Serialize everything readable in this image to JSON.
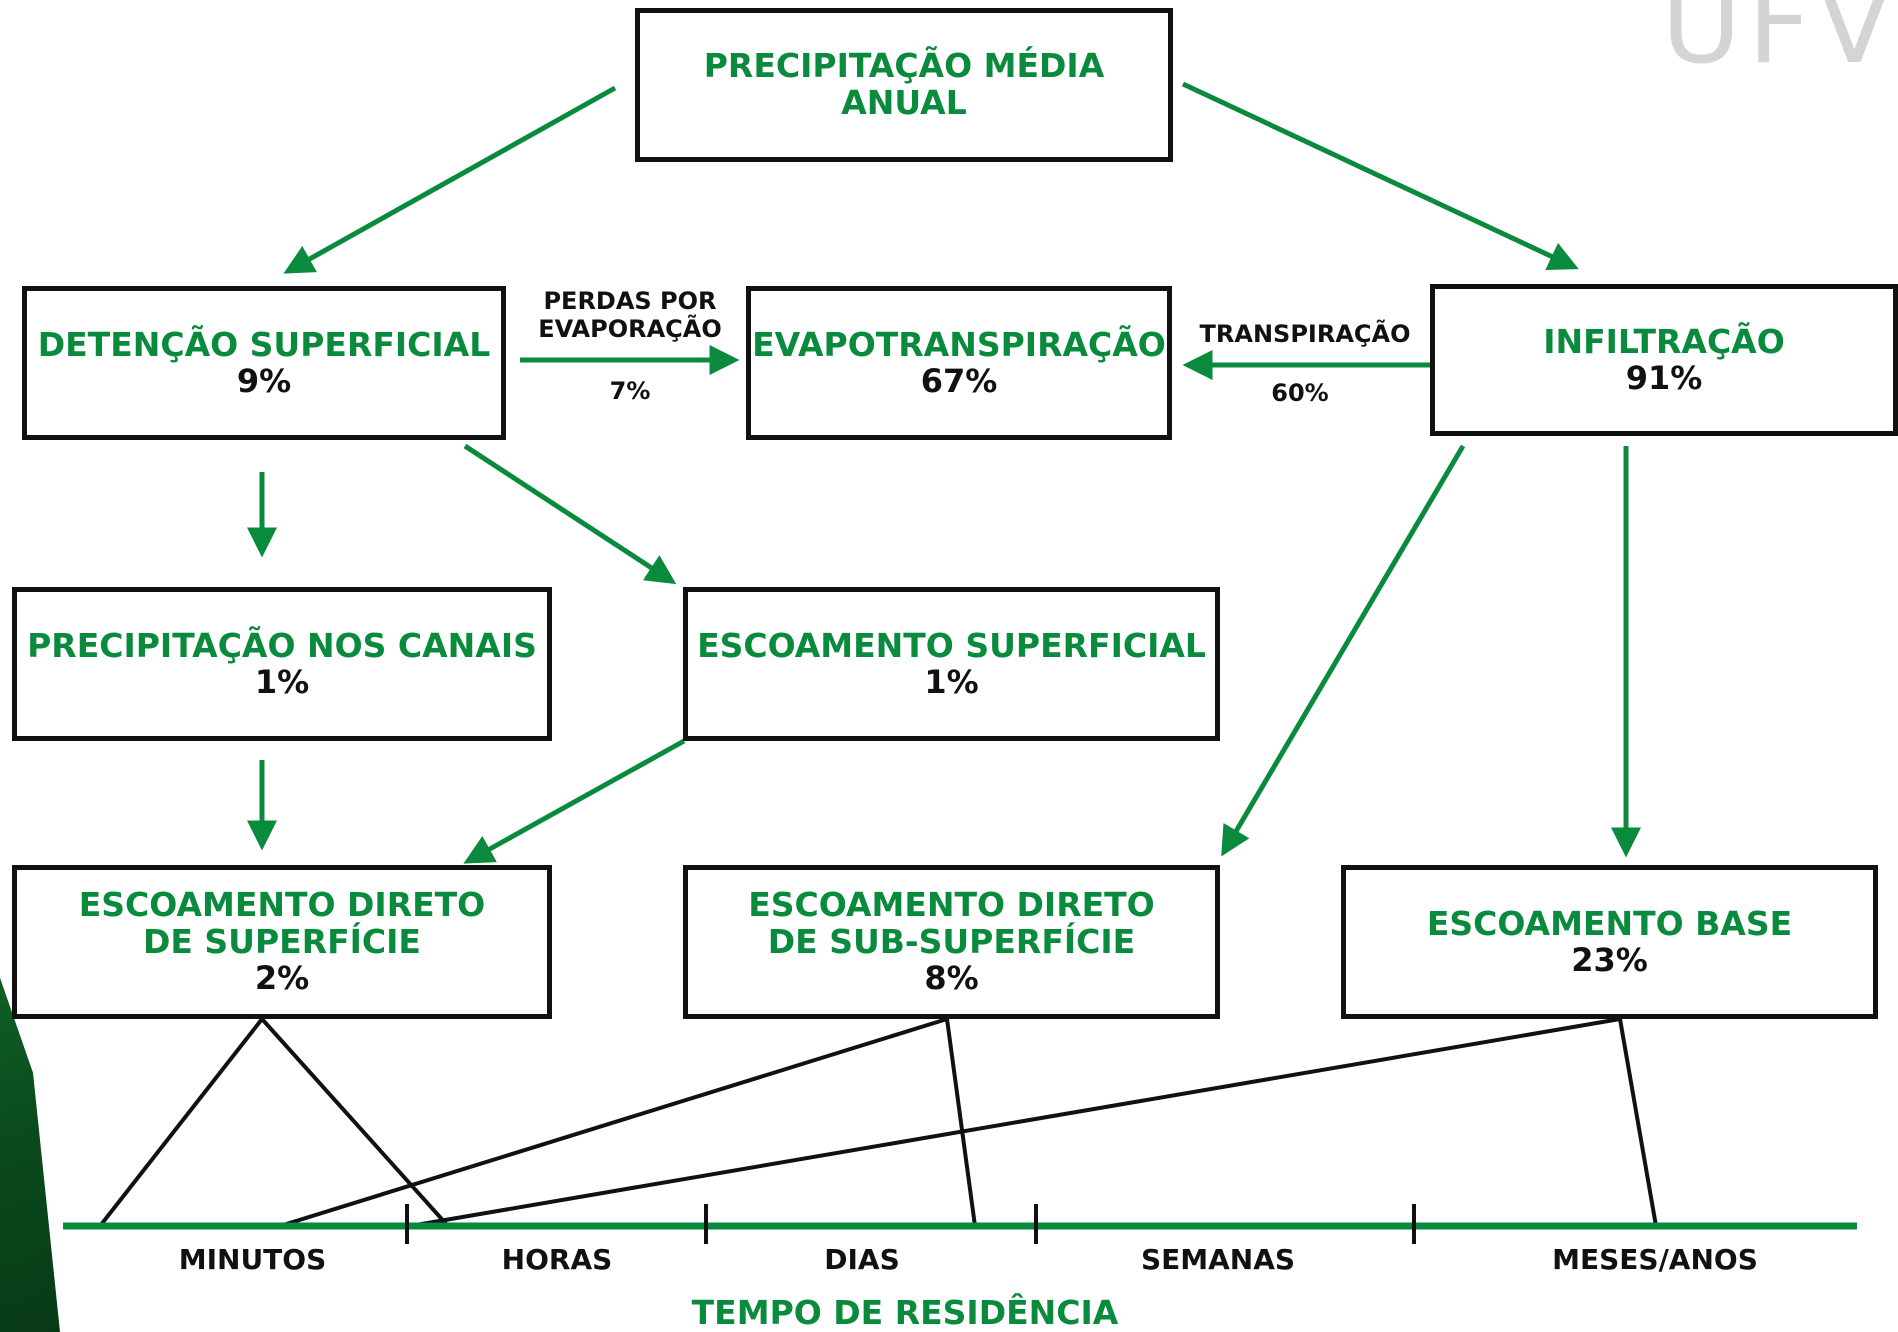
{
  "logo_text": "UFV",
  "colors": {
    "green": "#0a8a3c",
    "dark_green": "#0a4a1c",
    "black": "#111111"
  },
  "boxes": {
    "precip_media": {
      "title": "PRECIPITAÇÃO MÉDIA\nANUAL"
    },
    "detencao": {
      "title": "DETENÇÃO SUPERFICIAL",
      "value": "9%"
    },
    "evapotransp": {
      "title": "EVAPOTRANSPIRAÇÃO",
      "value": "67%"
    },
    "infiltracao": {
      "title": "INFILTRAÇÃO",
      "value": "91%"
    },
    "precip_canais": {
      "title": "PRECIPITAÇÃO NOS CANAIS",
      "value": "1%"
    },
    "escoamento_sup": {
      "title": "ESCOAMENTO SUPERFICIAL",
      "value": "1%"
    },
    "escoamento_dir_sup": {
      "title": "ESCOAMENTO DIRETO\nDE SUPERFÍCIE",
      "value": "2%"
    },
    "escoamento_dir_sub": {
      "title": "ESCOAMENTO DIRETO\nDE SUB-SUPERFÍCIE",
      "value": "8%"
    },
    "escoamento_base": {
      "title": "ESCOAMENTO BASE",
      "value": "23%"
    }
  },
  "edge_labels": {
    "perdas": "PERDAS POR\nEVAPORAÇÃO",
    "perdas_pct": "7%",
    "transpiracao": "TRANSPIRAÇÃO",
    "transpiracao_pct": "60%"
  },
  "timeline": {
    "categories": [
      "MINUTOS",
      "HORAS",
      "DIAS",
      "SEMANAS",
      "MESES/ANOS"
    ],
    "title": "TEMPO DE  RESIDÊNCIA"
  }
}
